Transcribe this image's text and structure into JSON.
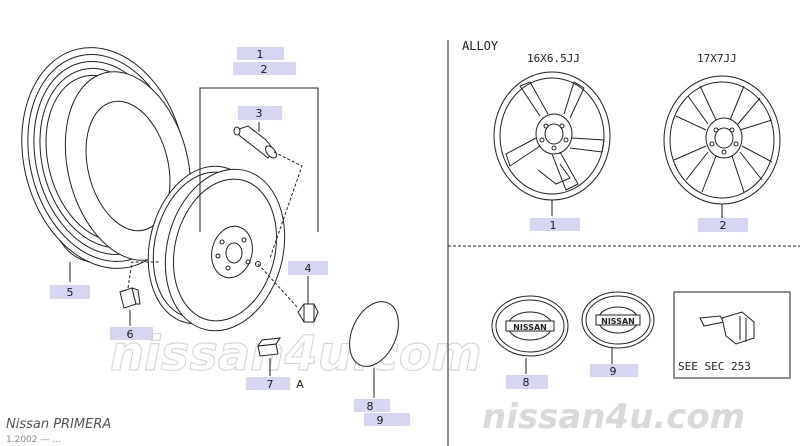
{
  "header": {
    "material": "ALLOY",
    "size_16": "16X6.5JJ",
    "size_17": "17X7JJ"
  },
  "labels": {
    "p1": "1",
    "p2": "2",
    "p3": "3",
    "p4": "4",
    "p5": "5",
    "p6": "6",
    "p7": "7",
    "p7_suffix": "A",
    "p8": "8",
    "p9": "9",
    "alloy16": "1",
    "alloy17": "2",
    "cap8": "8",
    "cap9": "9"
  },
  "see_sec": "SEE SEC 253",
  "watermark": {
    "center": "nissan4u.com",
    "bottom_right": "nissan4u.com"
  },
  "footer": {
    "model": "Nissan PRIMERA",
    "date": "1.2002 — ..."
  },
  "colors": {
    "highlight": "#c8c8ec",
    "line": "#222222"
  }
}
